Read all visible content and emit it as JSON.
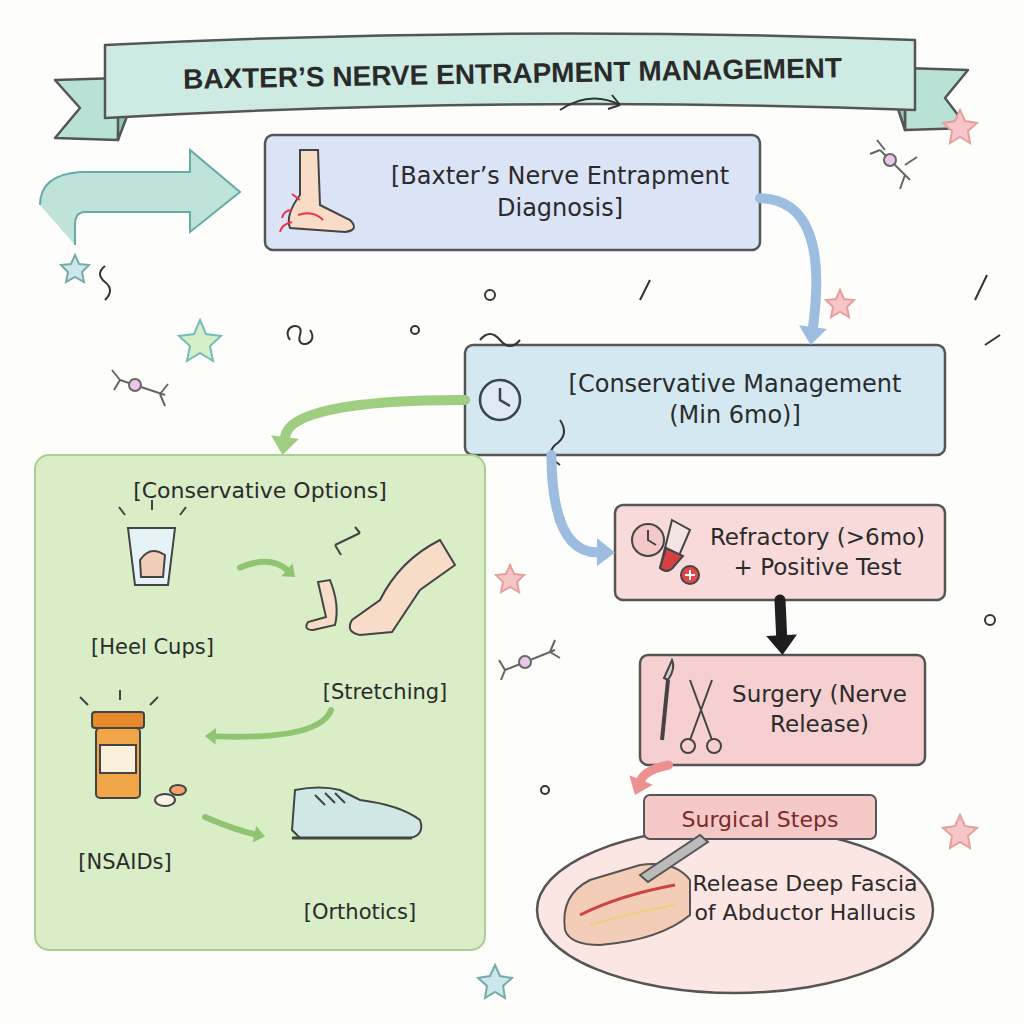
{
  "diagram": {
    "title": "BAXTER’S NERVE ENTRAPMENT MANAGEMENT",
    "nodes": [
      {
        "text": [
          "[Baxter’s Nerve Entrapment Diagnosis]"
        ]
      },
      {
        "text": [
          "[Conservative Management (Min 6mo)]"
        ]
      },
      {
        "text": [
          "[Conservative Options]"
        ]
      },
      {
        "text": [
          "[Heel Cups]"
        ],
        "in": 2
      },
      {
        "text": [
          "[Stretching]"
        ],
        "in": 2
      },
      {
        "text": [
          "[NSAIDs]"
        ],
        "in": 2
      },
      {
        "text": [
          "[Orthotics]"
        ],
        "in": 2
      },
      {
        "text": [
          "Refractory (>6mo) + Positive Test"
        ]
      },
      {
        "text": [
          "Surgery (Nerve Release)"
        ]
      },
      {
        "text": [
          "Surgical Steps",
          "Release Deep Fascia of Abductor Hallucis"
        ]
      }
    ],
    "edges": [
      {
        "from": 0,
        "to": 1,
        "arrow": "to"
      },
      {
        "from": 1,
        "to": 2,
        "arrow": "to"
      },
      {
        "from": 1,
        "to": 7,
        "arrow": "to"
      },
      {
        "from": 7,
        "to": 8,
        "arrow": "to"
      },
      {
        "from": 8,
        "to": 9,
        "arrow": "to"
      },
      {
        "from": 3,
        "to": 4,
        "arrow": "to"
      },
      {
        "from": 4,
        "to": 5,
        "arrow": "to"
      },
      {
        "from": 5,
        "to": 6,
        "arrow": "to"
      }
    ]
  }
}
